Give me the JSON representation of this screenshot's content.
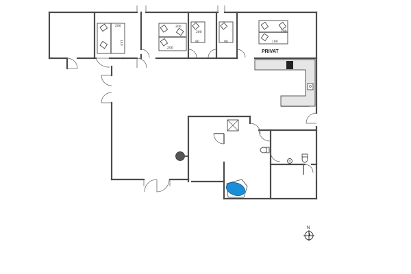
{
  "labels": {
    "privat": "PRIVAT",
    "north": "N"
  },
  "beds": {
    "bedroom_1": {
      "top": "200",
      "side": "140"
    },
    "bedroom_2": {
      "top": "200",
      "bottom": "200"
    },
    "bedroom_3": {
      "length": "200",
      "width": "90"
    },
    "bedroom_4": {
      "width": "90"
    },
    "bedroom_5": {
      "width": "180",
      "length": "200"
    }
  },
  "colors": {
    "walls": "#4a4a4a",
    "bathtub": "#1a8fd8",
    "stove": "#222222",
    "counter": "#e6e6e6"
  }
}
